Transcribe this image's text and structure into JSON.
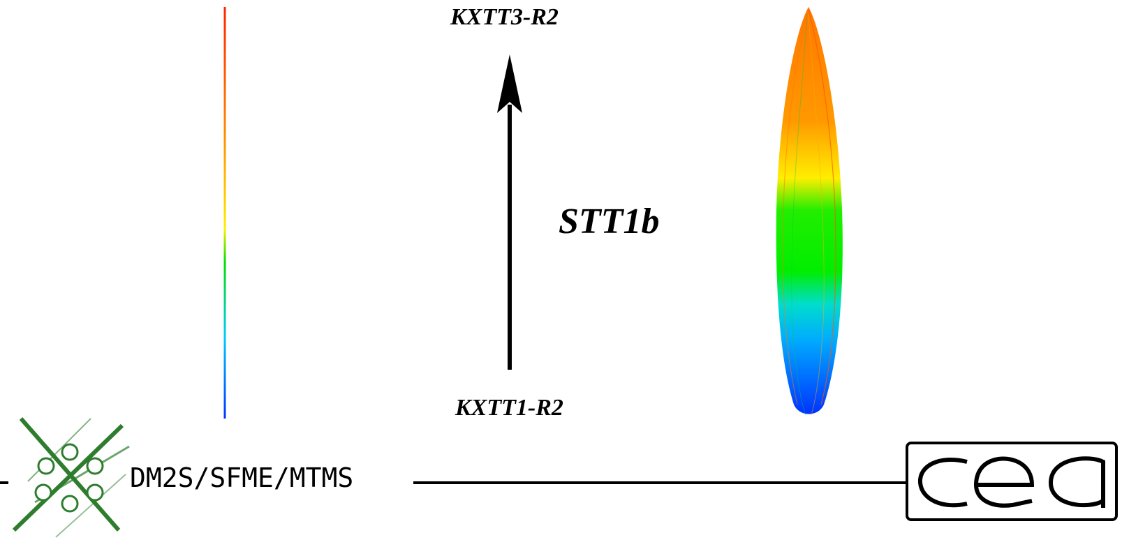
{
  "top_label": "KXTT3-R2",
  "bottom_label": "KXTT1-R2",
  "middle_label": "STT1b",
  "footer": {
    "department": "DM2S/SFME/MTMS",
    "left_logo_icon": "crossed-tubes-logo-icon",
    "right_logo_icon": "cea-logo-icon",
    "right_logo_text": "cea"
  },
  "colors": {
    "ink": "#000000",
    "logo_green": "#2e7d2e",
    "gradient": [
      "#0033ff",
      "#00ccff",
      "#00ee00",
      "#ffee00",
      "#ff8800",
      "#ff3300"
    ]
  }
}
